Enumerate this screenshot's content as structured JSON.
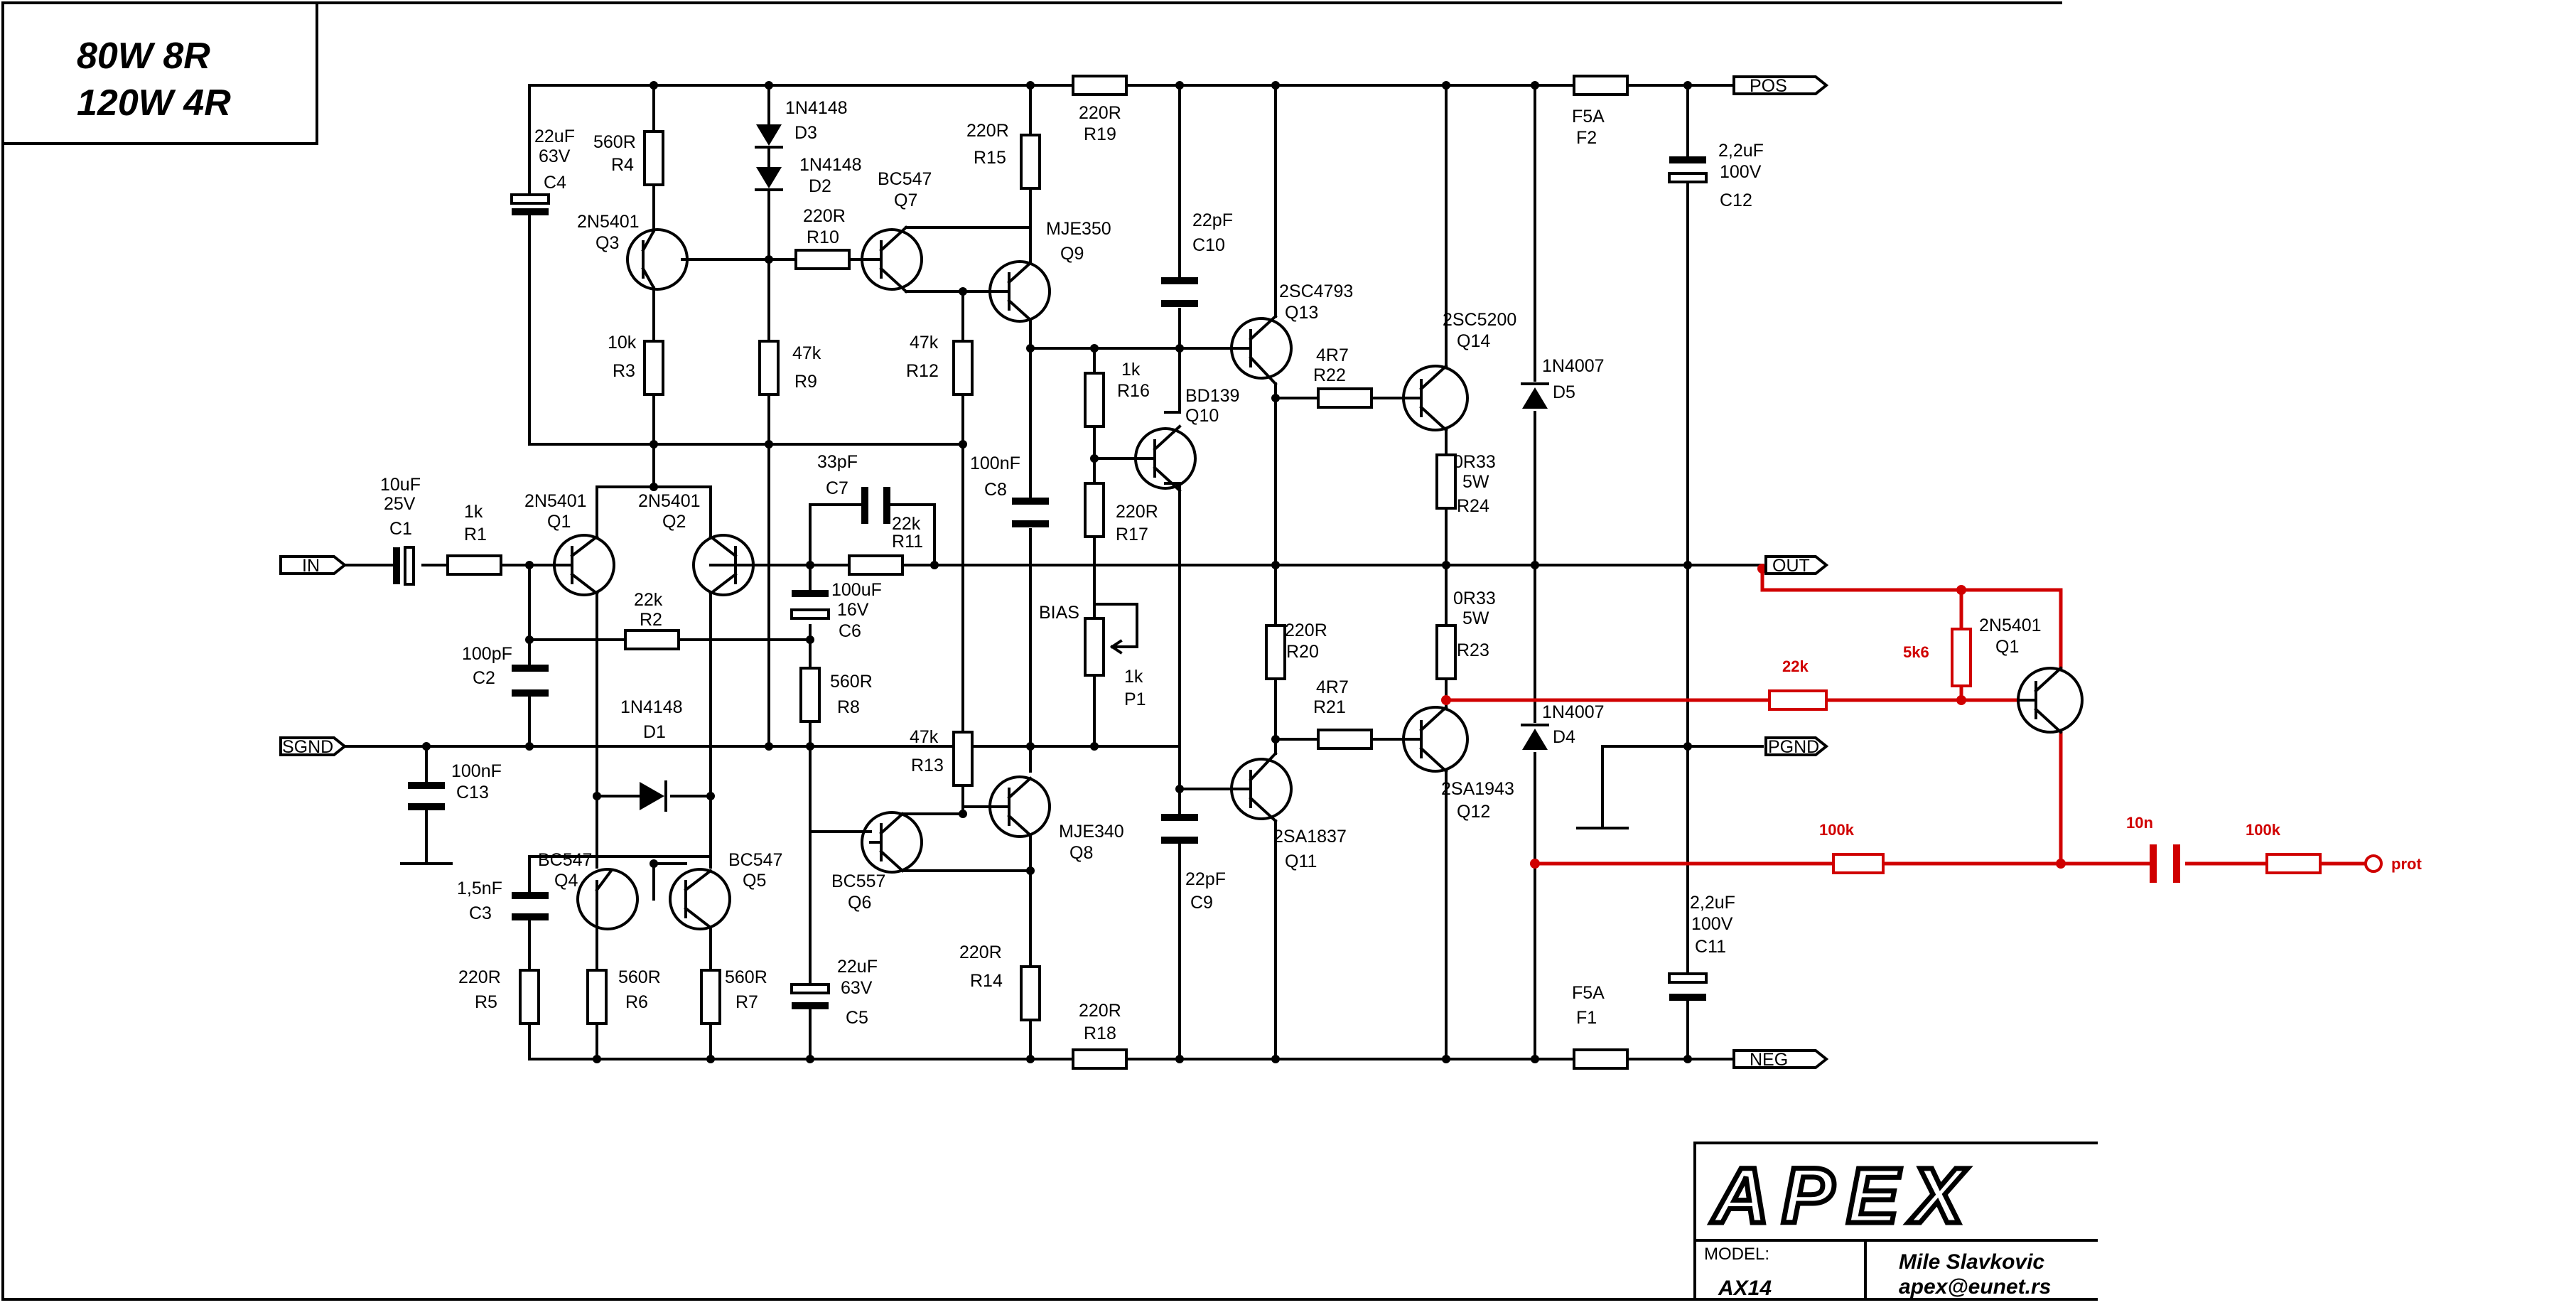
{
  "title_box": {
    "line1": "80W 8R",
    "line2": "120W 4R"
  },
  "ports": {
    "pos": "POS",
    "neg": "NEG",
    "in": "IN",
    "sgnd": "SGND",
    "out": "OUT",
    "pgnd": "PGND",
    "prot": "prot"
  },
  "parts": {
    "C1": {
      "value": "10uF",
      "value2": "25V",
      "ref": "C1"
    },
    "R1": {
      "value": "1k",
      "ref": "R1"
    },
    "Q1": {
      "value": "2N5401",
      "ref": "Q1"
    },
    "Q2": {
      "value": "2N5401",
      "ref": "Q2"
    },
    "R2": {
      "value": "22k",
      "ref": "R2"
    },
    "C2": {
      "value": "100pF",
      "ref": "C2"
    },
    "D1": {
      "value": "1N4148",
      "ref": "D1"
    },
    "C13": {
      "value": "100nF",
      "ref": "C13"
    },
    "C3": {
      "value": "1,5nF",
      "ref": "C3"
    },
    "Q4": {
      "value": "BC547",
      "ref": "Q4"
    },
    "Q5": {
      "value": "BC547",
      "ref": "Q5"
    },
    "R5": {
      "value": "220R",
      "ref": "R5"
    },
    "R6": {
      "value": "560R",
      "ref": "R6"
    },
    "R7": {
      "value": "560R",
      "ref": "R7"
    },
    "C4": {
      "value": "22uF",
      "value2": "63V",
      "ref": "C4"
    },
    "R4": {
      "value": "560R",
      "ref": "R4"
    },
    "Q3": {
      "value": "2N5401",
      "ref": "Q3"
    },
    "R3": {
      "value": "10k",
      "ref": "R3"
    },
    "D3": {
      "value": "1N4148",
      "ref": "D3"
    },
    "D2": {
      "value": "1N4148",
      "ref": "D2"
    },
    "R9": {
      "value": "47k",
      "ref": "R9"
    },
    "R10": {
      "value": "220R",
      "ref": "R10"
    },
    "C7": {
      "value": "33pF",
      "ref": "C7"
    },
    "R11": {
      "value": "22k",
      "ref": "R11"
    },
    "C6": {
      "value": "100uF",
      "value2": "16V",
      "ref": "C6"
    },
    "R8": {
      "value": "560R",
      "ref": "R8"
    },
    "C5": {
      "value": "22uF",
      "value2": "63V",
      "ref": "C5"
    },
    "Q7": {
      "value": "BC547",
      "ref": "Q7"
    },
    "R12": {
      "value": "47k",
      "ref": "R12"
    },
    "R15": {
      "value": "220R",
      "ref": "R15"
    },
    "Q9": {
      "value": "MJE350",
      "ref": "Q9"
    },
    "C8": {
      "value": "100nF",
      "ref": "C8"
    },
    "R13": {
      "value": "47k",
      "ref": "R13"
    },
    "Q6": {
      "value": "BC557",
      "ref": "Q6"
    },
    "Q8": {
      "value": "MJE340",
      "ref": "Q8"
    },
    "R14": {
      "value": "220R",
      "ref": "R14"
    },
    "R19": {
      "value": "220R",
      "ref": "R19"
    },
    "R18": {
      "value": "220R",
      "ref": "R18"
    },
    "R16": {
      "value": "1k",
      "ref": "R16"
    },
    "Q10": {
      "value": "BD139",
      "ref": "Q10"
    },
    "R17": {
      "value": "220R",
      "ref": "R17"
    },
    "P1": {
      "value": "BIAS",
      "value2": "1k",
      "ref": "P1"
    },
    "C10": {
      "value": "22pF",
      "ref": "C10"
    },
    "C9": {
      "value": "22pF",
      "ref": "C9"
    },
    "Q13": {
      "value": "2SC4793",
      "ref": "Q13"
    },
    "Q11": {
      "value": "2SA1837",
      "ref": "Q11"
    },
    "R20": {
      "value": "220R",
      "ref": "R20"
    },
    "R22": {
      "value": "4R7",
      "ref": "R22"
    },
    "R21": {
      "value": "4R7",
      "ref": "R21"
    },
    "Q14": {
      "value": "2SC5200",
      "ref": "Q14"
    },
    "Q12": {
      "value": "2SA1943",
      "ref": "Q12"
    },
    "R24": {
      "value": "0R33",
      "value2": "5W",
      "ref": "R24"
    },
    "R23": {
      "value": "0R33",
      "value2": "5W",
      "ref": "R23"
    },
    "D5": {
      "value": "1N4007",
      "ref": "D5"
    },
    "D4": {
      "value": "1N4007",
      "ref": "D4"
    },
    "F2": {
      "value": "F5A",
      "ref": "F2"
    },
    "F1": {
      "value": "F5A",
      "ref": "F1"
    },
    "C12": {
      "value": "2,2uF",
      "value2": "100V",
      "ref": "C12"
    },
    "C11": {
      "value": "2,2uF",
      "value2": "100V",
      "ref": "C11"
    },
    "PQ1": {
      "value": "2N5401",
      "ref": "Q1"
    },
    "P22k": {
      "value": "22k"
    },
    "P5k6": {
      "value": "5k6"
    },
    "P100k_a": {
      "value": "100k"
    },
    "P10n": {
      "value": "10n"
    },
    "P100k_b": {
      "value": "100k"
    }
  },
  "title_block": {
    "logo": "APEX",
    "model_label": "MODEL:",
    "model": "AX14",
    "author": "Mile Slavkovic",
    "email": "apex@eunet.rs"
  }
}
